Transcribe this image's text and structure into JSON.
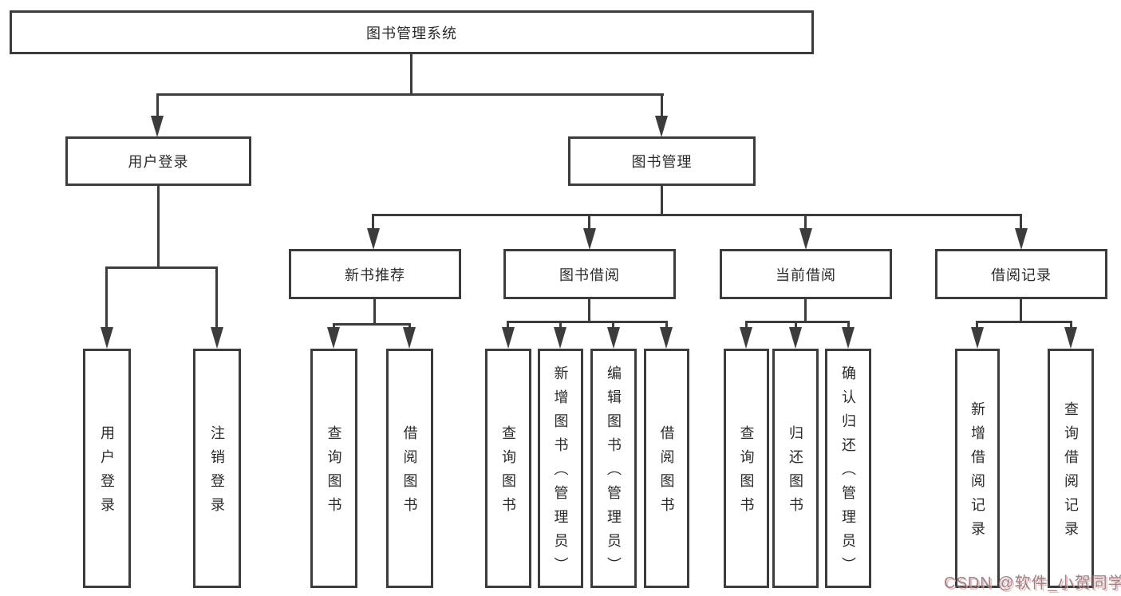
{
  "tree": {
    "root": "图书管理系统",
    "branches": [
      {
        "label": "用户登录",
        "children": [
          "用户登录",
          "注销登录"
        ]
      },
      {
        "label": "图书管理",
        "groups": [
          {
            "label": "新书推荐",
            "children": [
              "查询图书",
              "借阅图书"
            ]
          },
          {
            "label": "图书借阅",
            "children": [
              "查询图书",
              "新增图书（管理员）",
              "编辑图书（管理员）",
              "借阅图书"
            ]
          },
          {
            "label": "当前借阅",
            "children": [
              "查询图书",
              "归还图书",
              "确认归还（管理员）"
            ]
          },
          {
            "label": "借阅记录",
            "children": [
              "新增借阅记录",
              "查询借阅记录"
            ]
          }
        ]
      }
    ]
  },
  "watermark": {
    "text": "CSDN @软件_小贺同学"
  },
  "colors": {
    "line": "#3c3c3c",
    "text": "#2b2b2b",
    "background": "#ffffff",
    "watermark_gray": "#808085",
    "watermark_pink": "#fca0a0"
  }
}
